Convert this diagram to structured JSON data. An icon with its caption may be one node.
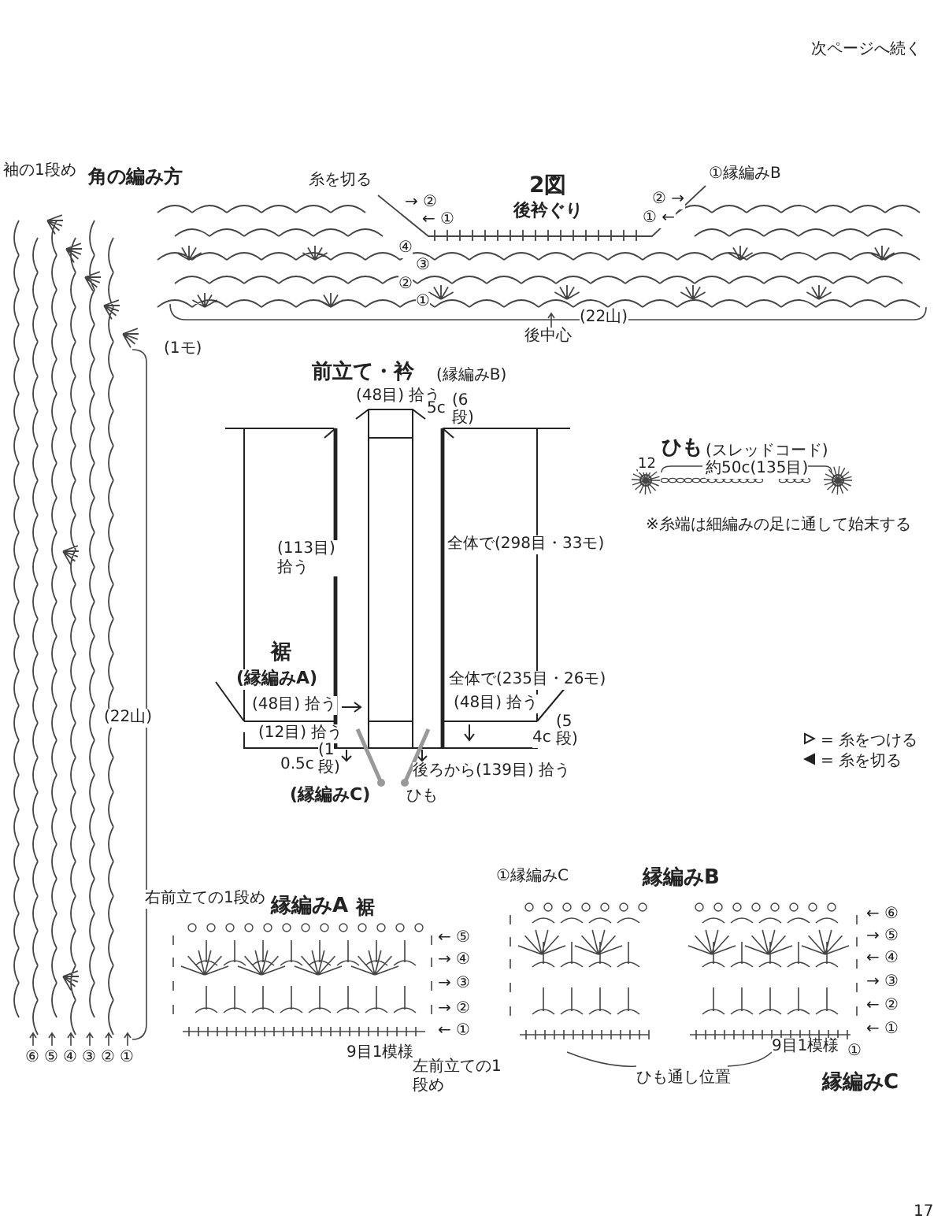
{
  "diagram": {
    "labels": [
      "次ページへ続く",
      "袖の1段め",
      "角の編み方",
      "糸を切る",
      "2図",
      "後衿ぐり",
      "①縁編みB",
      "→ ②",
      "← ①",
      "④",
      "③",
      "②",
      "①",
      "② →",
      "① ←",
      "(1モ)",
      "後中心",
      "(22山)",
      "(22山)",
      "⑥",
      "⑤",
      "④",
      "③",
      "②",
      "①",
      "前立て・衿",
      "(縁編みB)",
      "(48目) 拾う",
      "5c",
      "(6段)",
      "(113目)拾う",
      "全体で(298目・33モ)",
      "裾",
      "(縁編みA)",
      "(48目) 拾う",
      "全体で(235目・26モ)",
      "(48目) 拾う",
      "(12目) 拾う",
      "4c",
      "(5段)",
      "0.5c",
      "(1段)",
      "後ろから(139目) 拾う",
      "(縁編みC)",
      "ひも",
      "12",
      "ひも",
      "(スレッドコード)",
      "約50c(135目)",
      "※糸端は細編みの足に通して始末する",
      "右前立ての1段め",
      "縁編みA",
      "裾",
      "← ⑤",
      "→ ④",
      "→ ③",
      "→ ②",
      "← ①",
      "9目1模様",
      "左前立ての1段め",
      "①縁編みC",
      "縁編みB",
      "← ⑥",
      "→ ⑤",
      "← ④",
      "→ ③",
      "← ②",
      "← ①",
      "9目1模様",
      "①",
      "ひも通し位置",
      "縁編みC",
      "17"
    ],
    "legend": [
      {
        "text": "= 糸をつける"
      },
      {
        "text": "= 糸を切る"
      }
    ]
  }
}
